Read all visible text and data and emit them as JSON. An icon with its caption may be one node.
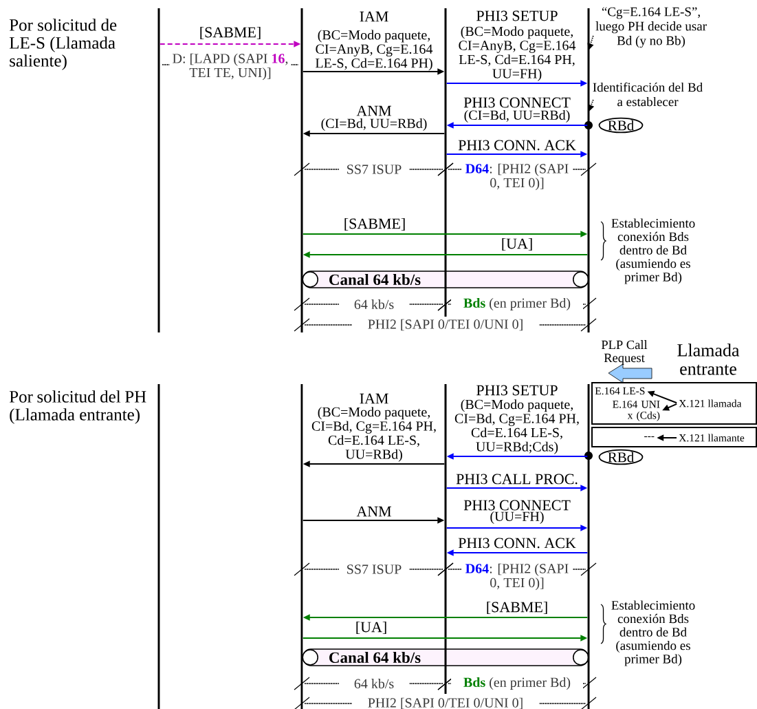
{
  "diagram": {
    "nodes": [
      {
        "text": [],
        "shape": "bar"
      },
      {
        "text": [],
        "shape": "bar"
      },
      {
        "text": [],
        "shape": "bar"
      },
      {
        "text": [],
        "shape": "bar"
      },
      {
        "text": [
          "“Cg=E.164 LE-S”, luego PH decide usar Bd (y no Bb)"
        ]
      },
      {
        "text": [
          "Identificación del Bd a establecer"
        ]
      },
      {
        "text": [
          "RBd"
        ]
      },
      {
        "text": [
          "Canal 64 kb/s"
        ]
      },
      {
        "text": [],
        "shape": "bar"
      },
      {
        "text": [],
        "shape": "bar"
      },
      {
        "text": [],
        "shape": "bar"
      },
      {
        "text": [],
        "shape": "bar"
      },
      {
        "text": [],
        "shape": "box"
      },
      {
        "text": [
          "E.164 LE-S"
        ],
        "in": 12
      },
      {
        "text": [
          "E.164 UNI x (Cds)"
        ],
        "in": 12
      },
      {
        "text": [
          "X.121 llamada"
        ],
        "in": 12
      },
      {
        "text": [],
        "shape": "box"
      },
      {
        "text": [
          "---"
        ],
        "in": 16
      },
      {
        "text": [
          "X.121 llamante"
        ],
        "in": 16
      },
      {
        "text": [
          "RBd"
        ]
      },
      {
        "text": [
          "Canal 64 kb/s"
        ]
      }
    ],
    "edges": [
      {
        "from": 0,
        "to": 1,
        "arrow": "to",
        "label": "[SABME]",
        "style": "dashed",
        "color": "#c000c0"
      },
      {
        "from": 1,
        "to": 2,
        "arrow": "to",
        "label": "IAM"
      },
      {
        "from": 2,
        "to": 3,
        "arrow": "to",
        "label": "PHI3 SETUP",
        "color": "#0000ff"
      },
      {
        "from": 3,
        "to": 2,
        "arrow": "to",
        "label": "PHI3 CONNECT",
        "color": "#0000ff"
      },
      {
        "from": 2,
        "to": 1,
        "arrow": "to",
        "label": "ANM"
      },
      {
        "from": 2,
        "to": 3,
        "arrow": "to",
        "label": "PHI3 CONN. ACK",
        "color": "#0000ff"
      },
      {
        "from": 1,
        "to": 3,
        "arrow": "to",
        "label": "[SABME]",
        "color": "#008000"
      },
      {
        "from": 3,
        "to": 1,
        "arrow": "to",
        "label": "[UA]",
        "color": "#008000"
      },
      {
        "from": 4,
        "to": 3,
        "arrow": "to",
        "style": "dashed"
      },
      {
        "from": 5,
        "to": 3,
        "arrow": "to",
        "style": "dashed"
      },
      {
        "from": 11,
        "to": 10,
        "arrow": "to",
        "label": "PHI3 SETUP",
        "color": "#0000ff"
      },
      {
        "from": 10,
        "to": 9,
        "arrow": "to",
        "label": "IAM"
      },
      {
        "from": 10,
        "to": 11,
        "arrow": "to",
        "label": "PHI3 CALL PROC.",
        "color": "#0000ff"
      },
      {
        "from": 9,
        "to": 10,
        "arrow": "to",
        "label": "ANM"
      },
      {
        "from": 10,
        "to": 11,
        "arrow": "to",
        "label": "PHI3 CONNECT",
        "color": "#0000ff"
      },
      {
        "from": 11,
        "to": 10,
        "arrow": "to",
        "label": "PHI3 CONN. ACK",
        "color": "#0000ff"
      },
      {
        "from": 11,
        "to": 9,
        "arrow": "to",
        "label": "[SABME]",
        "color": "#008000"
      },
      {
        "from": 9,
        "to": 11,
        "arrow": "to",
        "label": "[UA]",
        "color": "#008000"
      },
      {
        "from": 15,
        "to": 13,
        "arrow": "to"
      },
      {
        "from": 15,
        "to": 14,
        "arrow": "to"
      },
      {
        "from": 18,
        "to": 17,
        "arrow": "to"
      }
    ],
    "labels": [
      "Por solicitud de LE-S (Llamada saliente)",
      "D: [LAPD (SAPI **16**, TEI TE, UNI)]",
      "(BC=Modo paquete, CI=AnyB, Cg=E.164 LE-S, Cd=E.164 PH)",
      "(BC=Modo paquete, CI=AnyB, Cg=E.164 LE-S, Cd=E.164 PH, UU=FH)",
      "(CI=Bd, UU=RBd)",
      "(CI=Bd, UU=RBd)",
      "SS7 ISUP",
      "**D64**: [PHI2 (SAPI 0, TEI 0)]",
      "Establecimiento conexión Bds dentro de Bd (asumiendo es primer Bd)",
      "64 kb/s",
      "**Bds** (en primer Bd)",
      "PHI2 [SAPI 0/TEI 0/UNI 0]",
      "PLP Call Request",
      "Llamada entrante",
      "Por solicitud del PH (Llamada entrante)",
      "(BC=Modo paquete, CI=Bd, Cg=E.164 PH, Cd=E.164 LE-S, UU=RBd)",
      "(BC=Modo paquete, CI=Bd, Cg=E.164 PH, Cd=E.164 LE-S, UU=RBd;Cds)",
      "(UU=FH)",
      "SS7 ISUP",
      "**D64**: [PHI2 (SAPI 0, TEI 0)]",
      "Establecimiento conexión Bds dentro de Bd (asumiendo es primer Bd)",
      "64 kb/s",
      "**Bds** (en primer Bd)",
      "PHI2 [SAPI 0/TEI 0/UNI 0]"
    ]
  }
}
